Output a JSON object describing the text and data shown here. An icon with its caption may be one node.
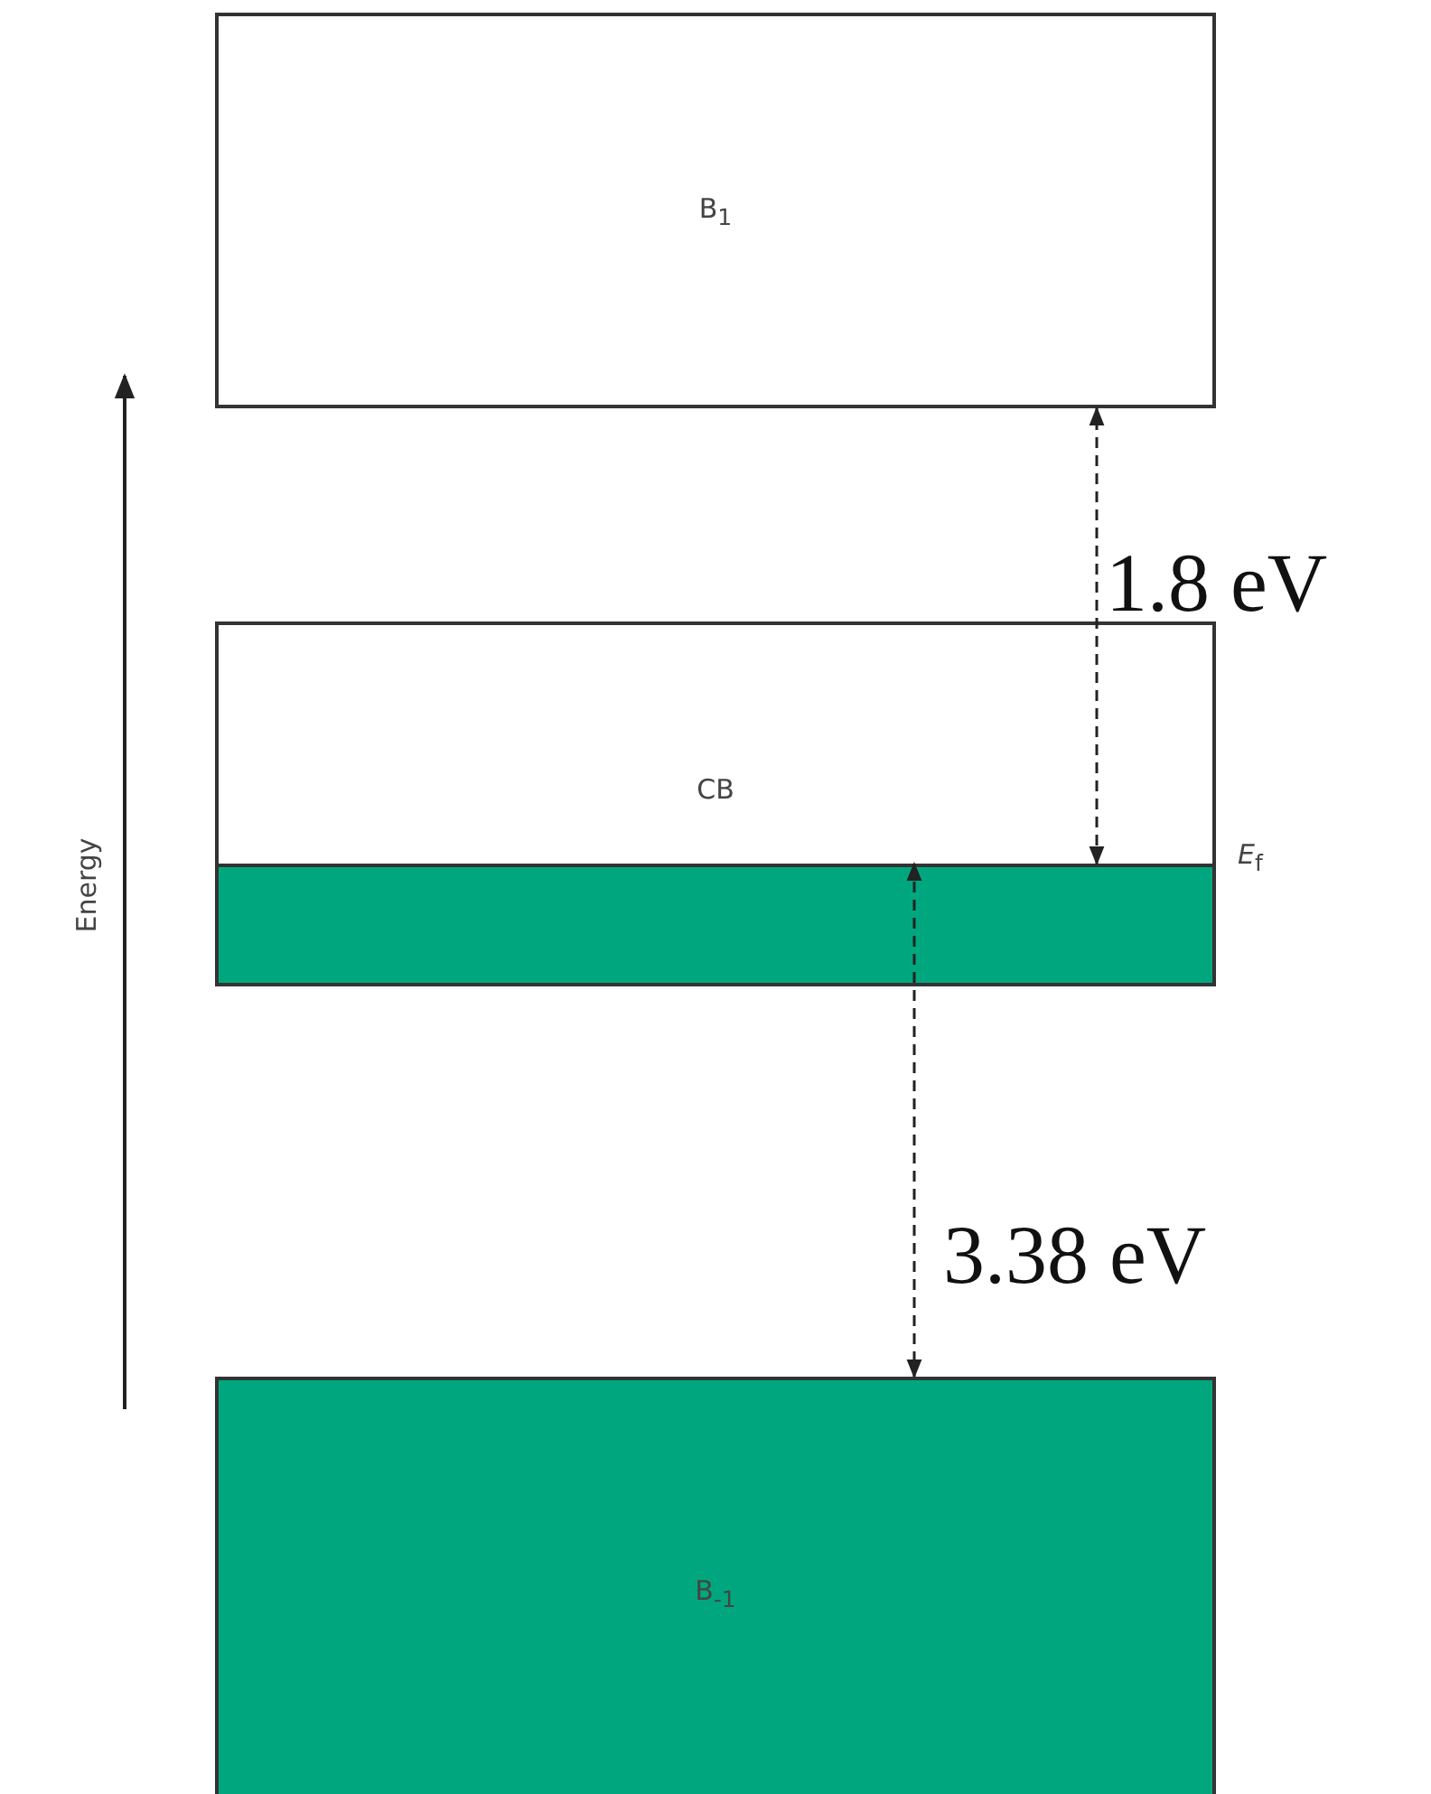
{
  "diagram": {
    "nodes": [
      {
        "text": [
          "B$_{1}$"
        ]
      },
      {
        "text": [
          "CB"
        ],
        "beside": [
          "*E*$_{f}$"
        ]
      },
      {
        "text": [],
        "shape": "bar",
        "in": 1
      },
      {
        "text": [
          "B$_{-1}$"
        ]
      }
    ],
    "edges": [
      {
        "from": 2,
        "to": 0,
        "arrow": "both",
        "style": "dashed",
        "label": "1.8 eV"
      },
      {
        "from": 2,
        "to": 3,
        "arrow": "both",
        "style": "dashed",
        "label": "3.38 eV"
      }
    ],
    "labels": [
      "Energy"
    ]
  }
}
